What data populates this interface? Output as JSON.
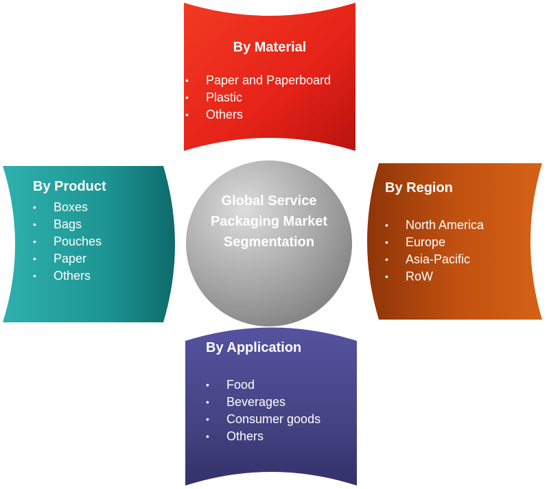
{
  "center": {
    "title": "Global Service Packaging Market Segmentation"
  },
  "segments": {
    "material": {
      "title": "By Material",
      "items": [
        "Paper and Paperboard",
        "Plastic",
        "Others"
      ],
      "color": "#e8241a"
    },
    "product": {
      "title": "By Product",
      "items": [
        "Boxes",
        "Bags",
        "Pouches",
        "Paper",
        "Others"
      ],
      "color": "#1f9a9a"
    },
    "region": {
      "title": "By Region",
      "items": [
        "North America",
        "Europe",
        "Asia-Pacific",
        "RoW"
      ],
      "color": "#c4530f"
    },
    "application": {
      "title": "By Application",
      "items": [
        "Food",
        "Beverages",
        "Consumer goods",
        "Others"
      ],
      "color": "#4a4886"
    }
  },
  "colors": {
    "center_circle": "#a9a9a9"
  }
}
